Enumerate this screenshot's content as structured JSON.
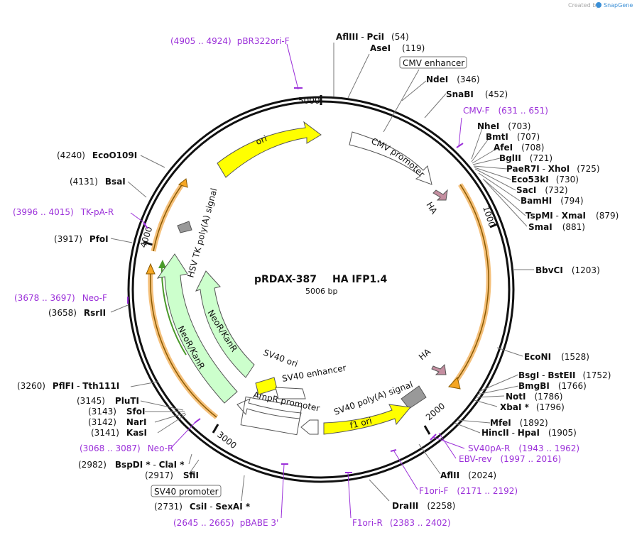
{
  "watermark": "Created by",
  "brand": "SnapGene",
  "plasmid": {
    "name": "pRDAX-387",
    "insert": "HA IFP1.4",
    "size": "5006 bp"
  },
  "ruler": [
    "1000",
    "2000",
    "3000",
    "4000",
    "5000"
  ],
  "features": {
    "ori": "ori",
    "cmv_promoter": "CMV promoter",
    "ha_top": "HA",
    "hsv_tk": "HSV TK poly(A) signal",
    "neo_inner": "NeoR/KanR",
    "neo_outer": "NeoR/KanR",
    "sv40_ori": "SV40 ori",
    "sv40_enh": "SV40 enhancer",
    "ha_bottom": "HA",
    "ampr": "AmpR promoter",
    "sv40_pa": "SV40 poly(A) signal",
    "f1_ori": "f1 ori"
  },
  "boxed_labels": {
    "cmv_enhancer": "CMV enhancer",
    "sv40_promoter": "SV40 promoter"
  },
  "enzymes": {
    "afliii_pcii": {
      "a": "AflIII",
      "b": "PciI",
      "pos": "(54)"
    },
    "asei": {
      "a": "AseI",
      "pos": "(119)"
    },
    "ndei": {
      "a": "NdeI",
      "pos": "(346)"
    },
    "snabi": {
      "a": "SnaBI",
      "pos": "(452)"
    },
    "nhei": {
      "a": "NheI",
      "pos": "(703)"
    },
    "bmti": {
      "a": "BmtI",
      "pos": "(707)"
    },
    "afei": {
      "a": "AfeI",
      "pos": "(708)"
    },
    "bglii": {
      "a": "BglII",
      "pos": "(721)"
    },
    "paer7i_xhoi": {
      "a": "PaeR7I",
      "b": "XhoI",
      "pos": "(725)"
    },
    "eco53ki": {
      "a": "Eco53kI",
      "pos": "(730)"
    },
    "saci": {
      "a": "SacI",
      "pos": "(732)"
    },
    "bamhi": {
      "a": "BamHI",
      "pos": "(794)"
    },
    "tspmi_xmai": {
      "a": "TspMI",
      "b": "XmaI",
      "pos": "(879)"
    },
    "smai": {
      "a": "SmaI",
      "pos": "(881)"
    },
    "bbvci": {
      "a": "BbvCI",
      "pos": "(1203)"
    },
    "econi": {
      "a": "EcoNI",
      "pos": "(1528)"
    },
    "bsgi_bsteii": {
      "a": "BsgI",
      "b": "BstEII",
      "pos": "(1752)"
    },
    "bmgbi": {
      "a": "BmgBI",
      "pos": "(1766)"
    },
    "noti": {
      "a": "NotI",
      "pos": "(1786)"
    },
    "xbai": {
      "a": "XbaI *",
      "pos": "(1796)"
    },
    "mfei": {
      "a": "MfeI",
      "pos": "(1892)"
    },
    "hincii_hpai": {
      "a": "HincII",
      "b": "HpaI",
      "pos": "(1905)"
    },
    "aflii": {
      "a": "AflII",
      "pos": "(2024)"
    },
    "draiii": {
      "a": "DraIII",
      "pos": "(2258)"
    },
    "csii_sexai": {
      "a": "CsiI",
      "b": "SexAI *",
      "pos": "(2731)"
    },
    "sfii": {
      "a": "SfiI",
      "pos": "(2917)"
    },
    "bspdi_clai": {
      "a": "BspDI *",
      "b": "ClaI *",
      "pos": "(2982)"
    },
    "kasi": {
      "a": "KasI",
      "pos": "(3141)"
    },
    "nari": {
      "a": "NarI",
      "pos": "(3142)"
    },
    "sfoi": {
      "a": "SfoI",
      "pos": "(3143)"
    },
    "pluti": {
      "a": "PluTI",
      "pos": "(3145)"
    },
    "pflfi_tth111i": {
      "a": "PflFI",
      "b": "Tth111I",
      "pos": "(3260)"
    },
    "rsrii": {
      "a": "RsrII",
      "pos": "(3658)"
    },
    "pfoi": {
      "a": "PfoI",
      "pos": "(3917)"
    },
    "bsai": {
      "a": "BsaI",
      "pos": "(4131)"
    },
    "eco0109i": {
      "a": "EcoO109I",
      "pos": "(4240)"
    }
  },
  "primers": {
    "pbr322": {
      "name": "pBR322ori-F",
      "range": "(4905 .. 4924)"
    },
    "cmvf": {
      "name": "CMV-F",
      "range": "(631 .. 651)"
    },
    "sv40pa": {
      "name": "SV40pA-R",
      "range": "(1943 .. 1962)"
    },
    "ebv": {
      "name": "EBV-rev",
      "range": "(1997 .. 2016)"
    },
    "f1orif": {
      "name": "F1ori-F",
      "range": "(2171 .. 2192)"
    },
    "f1orir": {
      "name": "F1ori-R",
      "range": "(2383 .. 2402)"
    },
    "pbabe": {
      "name": "pBABE 3'",
      "range": "(2645 .. 2665)"
    },
    "neor": {
      "name": "Neo-R",
      "range": "(3068 .. 3087)"
    },
    "neof": {
      "name": "Neo-F",
      "range": "(3678 .. 3697)"
    },
    "tkpa": {
      "name": "TK-pA-R",
      "range": "(3996 .. 4015)"
    }
  },
  "colors": {
    "ori": "#ffff00",
    "promoter": "#ffffff",
    "ha": "#c48ea0",
    "neo": "#ccffcc",
    "orf_orange": "#f5a623",
    "primer": "#9b30d9",
    "polya": "#999999"
  }
}
